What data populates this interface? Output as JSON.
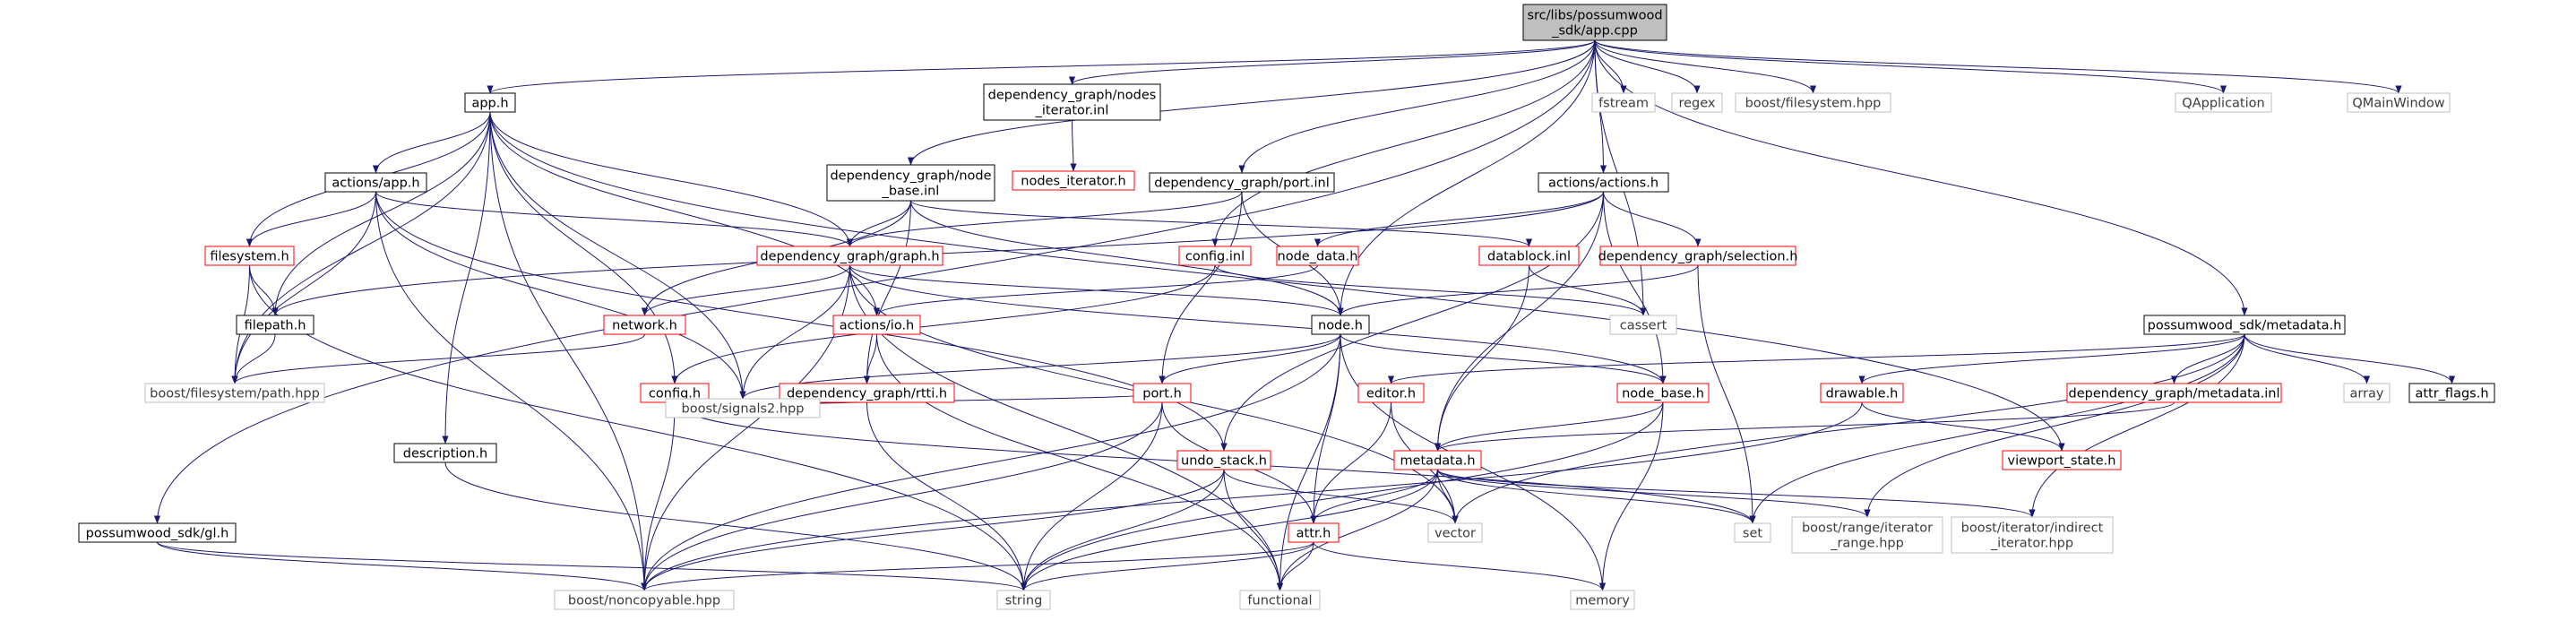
{
  "colors": {
    "internal_border": "#000000",
    "missing_border": "#ff0000",
    "external_border": "#bfbfbf",
    "root_fill": "#bfbfbf",
    "edge": "#191970"
  },
  "nodes": {
    "root": [
      "src/libs/possumwood",
      "_sdk/app.cpp"
    ],
    "app_h": [
      "app.h"
    ],
    "nodes_iterator_inl": [
      "dependency_graph/nodes",
      "_iterator.inl"
    ],
    "fstream": [
      "fstream"
    ],
    "regex": [
      "regex"
    ],
    "boost_filesystem": [
      "boost/filesystem.hpp"
    ],
    "qapplication": [
      "QApplication"
    ],
    "qmainwindow": [
      "QMainWindow"
    ],
    "nodes_iterator_h": [
      "nodes_iterator.h"
    ],
    "node_base_inl": [
      "dependency_graph/node",
      "_base.inl"
    ],
    "port_inl": [
      "dependency_graph/port.inl"
    ],
    "actions_actions_h": [
      "actions/actions.h"
    ],
    "actions_app_h": [
      "actions/app.h"
    ],
    "filesystem_h": [
      "filesystem.h"
    ],
    "graph_h": [
      "dependency_graph/graph.h"
    ],
    "config_inl": [
      "config.inl"
    ],
    "node_data_h": [
      "node_data.h"
    ],
    "datablock_inl": [
      "datablock.inl"
    ],
    "selection_h": [
      "dependency_graph/selection.h"
    ],
    "cassert": [
      "cassert"
    ],
    "metadata_sdk_h": [
      "possumwood_sdk/metadata.h"
    ],
    "filepath_h": [
      "filepath.h"
    ],
    "network_h": [
      "network.h"
    ],
    "actions_io_h": [
      "actions/io.h"
    ],
    "node_h": [
      "node.h"
    ],
    "boost_path": [
      "boost/filesystem/path.hpp"
    ],
    "config_h": [
      "config.h"
    ],
    "rtti_h": [
      "dependency_graph/rtti.h"
    ],
    "port_h": [
      "port.h"
    ],
    "editor_h": [
      "editor.h"
    ],
    "node_base_h": [
      "node_base.h"
    ],
    "drawable_h": [
      "drawable.h"
    ],
    "metadata_inl": [
      "dependency_graph/metadata.inl"
    ],
    "array": [
      "array"
    ],
    "attr_flags_h": [
      "attr_flags.h"
    ],
    "signals2": [
      "boost/signals2.hpp"
    ],
    "description_h": [
      "description.h"
    ],
    "undo_stack_h": [
      "undo_stack.h"
    ],
    "metadata_h": [
      "metadata.h"
    ],
    "viewport_state_h": [
      "viewport_state.h"
    ],
    "vector": [
      "vector"
    ],
    "set": [
      "set"
    ],
    "iterator_range": [
      "boost/range/iterator",
      "_range.hpp"
    ],
    "indirect_iterator": [
      "boost/iterator/indirect",
      "_iterator.hpp"
    ],
    "gl_h": [
      "possumwood_sdk/gl.h"
    ],
    "attr_h": [
      "attr.h"
    ],
    "noncopyable": [
      "boost/noncopyable.hpp"
    ],
    "string": [
      "string"
    ],
    "functional": [
      "functional"
    ],
    "memory": [
      "memory"
    ]
  }
}
